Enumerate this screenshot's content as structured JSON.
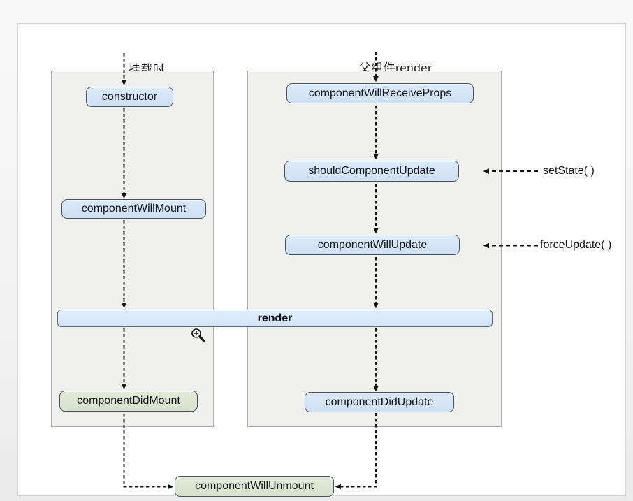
{
  "page": {
    "icons": {
      "zoom_cursor": "magnifier-plus-cursor"
    }
  },
  "diagram": {
    "columns": [
      {
        "id": "mount",
        "header": "挂载时"
      },
      {
        "id": "parent_render",
        "header": "父组件render"
      }
    ],
    "nodes": {
      "constructor": {
        "label": "constructor",
        "color": "blue"
      },
      "componentWillMount": {
        "label": "componentWillMount",
        "color": "blue"
      },
      "componentWillReceiveProps": {
        "label": "componentWillReceiveProps",
        "color": "blue"
      },
      "shouldComponentUpdate": {
        "label": "shouldComponentUpdate",
        "color": "blue"
      },
      "componentWillUpdate": {
        "label": "componentWillUpdate",
        "color": "blue"
      },
      "render": {
        "label": "render",
        "color": "blue"
      },
      "componentDidMount": {
        "label": "componentDidMount",
        "color": "green"
      },
      "componentDidUpdate": {
        "label": "componentDidUpdate",
        "color": "blue"
      },
      "componentWillUnmount": {
        "label": "componentWillUnmount",
        "color": "green"
      }
    },
    "annotations": {
      "setState": "setState( )",
      "forceUpdate": "forceUpdate( )"
    },
    "colors": {
      "node_blue_fill": "#d9e7f8",
      "node_green_fill": "#dfe7d7",
      "node_border": "#47525e",
      "panel_fill": "#f0f0ee",
      "panel_border": "#acacac",
      "arrow": "#141414",
      "canvas_bg": "#ffffff",
      "page_bg": "#f3f3f3"
    }
  }
}
